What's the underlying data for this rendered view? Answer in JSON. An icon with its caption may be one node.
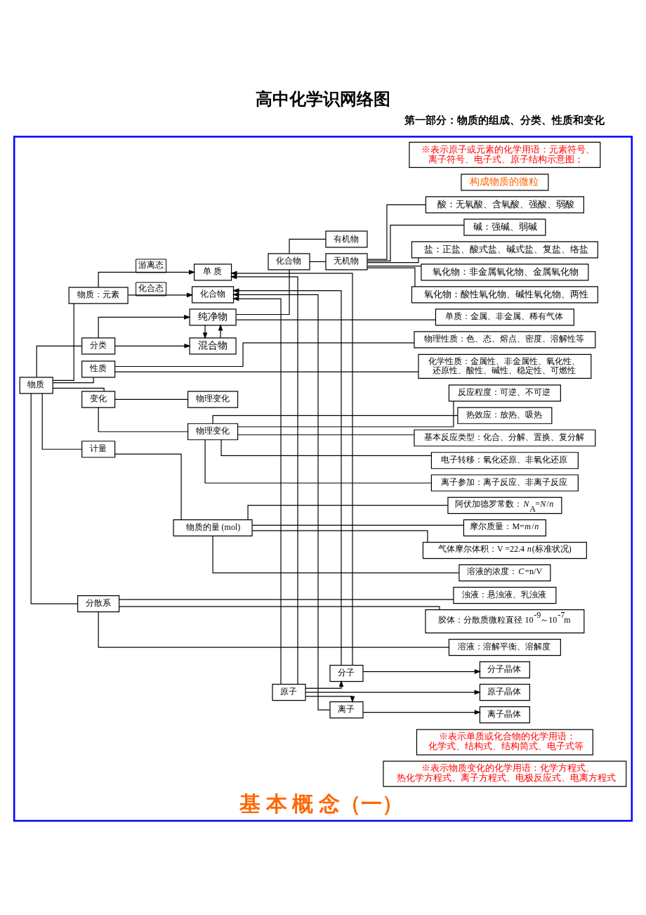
{
  "diagram": {
    "title": "高中化学识网络图",
    "nodes": [
      {
        "text": [
          "基 本 概 念（一）"
        ]
      },
      {
        "text": [
          "物质"
        ],
        "in": 0
      },
      {
        "text": [
          "物质：元素"
        ],
        "in": 0
      },
      {
        "text": [
          "单 质"
        ],
        "in": 0
      },
      {
        "text": [
          "化合物"
        ],
        "in": 0
      },
      {
        "text": [
          "分子"
        ],
        "in": 0
      },
      {
        "text": [
          "原子"
        ],
        "in": 0
      },
      {
        "text": [
          "离子"
        ],
        "in": 0
      },
      {
        "text": [
          "分子晶体"
        ],
        "in": 0
      },
      {
        "text": [
          "原子晶体"
        ],
        "in": 0
      },
      {
        "text": [
          "离子晶体"
        ],
        "in": 0
      },
      {
        "text": [
          "※表示原子或元素的化学用语：元素符号、离子符号、电子式、原子结构示意图；"
        ],
        "in": 0
      },
      {
        "text": [
          "构成物质的微粒"
        ],
        "in": 0
      },
      {
        "text": [
          "分类"
        ],
        "in": 0
      },
      {
        "text": [
          "纯净物"
        ],
        "in": 0
      },
      {
        "text": [
          "混合物"
        ],
        "in": 0
      },
      {
        "text": [
          "单质：金属、非金属、稀有气体"
        ],
        "in": 0
      },
      {
        "text": [
          "化合物"
        ],
        "in": 0
      },
      {
        "text": [
          "无机物"
        ],
        "in": 0
      },
      {
        "text": [
          "有机物"
        ],
        "in": 0
      },
      {
        "text": [
          "氧化物：非金属氧化物、金属氧化物"
        ],
        "in": 0
      },
      {
        "text": [
          "氧化物：酸性氧化物、碱性氧化物、两性"
        ],
        "in": 0
      },
      {
        "text": [
          "酸：无氧酸、含氧酸、强酸、弱酸"
        ],
        "in": 0
      },
      {
        "text": [
          "碱：强碱、弱碱"
        ],
        "in": 0
      },
      {
        "text": [
          "盐：正盐、酸式盐、碱式盐、复盐、络盐"
        ],
        "in": 0
      },
      {
        "text": [
          "※表示单质或化合物的化学用语：化学式、结构式、结构简式、电子式等"
        ],
        "in": 0
      },
      {
        "text": [
          "性质"
        ],
        "in": 0
      },
      {
        "text": [
          "物理性质：色、态、熔点、密度、溶解性等"
        ],
        "in": 0
      },
      {
        "text": [
          "化学性质：金属性、非金属性、氧化性、还原性、酸性、碱性、稳定性、可燃性"
        ],
        "in": 0
      },
      {
        "text": [
          "变化"
        ],
        "in": 0
      },
      {
        "text": [
          "物理变化"
        ],
        "in": 0
      },
      {
        "text": [
          "物理变化"
        ],
        "in": 0
      },
      {
        "text": [
          "基本反应类型：化合、分解、置换、复分解"
        ],
        "in": 0
      },
      {
        "text": [
          "电子转移：氧化还原、非氧化还原"
        ],
        "in": 0
      },
      {
        "text": [
          "离子参加：离子反应、非离子反应"
        ],
        "in": 0
      },
      {
        "text": [
          "反应程度：可逆、不可逆"
        ],
        "in": 0
      },
      {
        "text": [
          "热效应：放热、吸热"
        ],
        "in": 0
      },
      {
        "text": [
          "※表示物质变化的化学用语：化学方程式、热化学方程式、离子方程式、电极反应式、电离方程式"
        ],
        "in": 0
      },
      {
        "text": [
          "计量"
        ],
        "in": 0
      },
      {
        "text": [
          "物质的量 (mol)"
        ],
        "in": 0
      },
      {
        "text": [
          "阿伏加德罗常数：*N*$_{A}$=*N*/*n*"
        ],
        "in": 0
      },
      {
        "text": [
          "摩尔质量：M=*m*/*n*"
        ],
        "in": 0
      },
      {
        "text": [
          "气体摩尔体积：V =22.4 *n*(标准状况)"
        ],
        "in": 0
      },
      {
        "text": [
          "溶液的浓度：*C*=n/V"
        ],
        "in": 0
      },
      {
        "text": [
          "分散系"
        ],
        "in": 0
      },
      {
        "text": [
          "浊液：悬浊液、乳浊液"
        ],
        "in": 0
      },
      {
        "text": [
          "胶体：分散质微粒直径 10$^{-9}$～10$^{-7}$m"
        ],
        "in": 0
      },
      {
        "text": [
          "溶液：溶解平衡、溶解度"
        ],
        "in": 0
      }
    ],
    "edges": [
      {
        "from": 44,
        "to": 47,
        "arrow": "none"
      },
      {
        "from": 44,
        "to": 46,
        "arrow": "none"
      },
      {
        "from": 44,
        "to": 45,
        "arrow": "none"
      },
      {
        "from": 39,
        "to": 43,
        "arrow": "none"
      },
      {
        "from": 39,
        "to": 42,
        "arrow": "none"
      },
      {
        "from": 39,
        "to": 41,
        "arrow": "none"
      },
      {
        "from": 39,
        "to": 40,
        "arrow": "none"
      },
      {
        "from": 38,
        "to": 39,
        "arrow": "none"
      },
      {
        "from": 31,
        "to": 36,
        "arrow": "none"
      },
      {
        "from": 31,
        "to": 35,
        "arrow": "none"
      },
      {
        "from": 31,
        "to": 34,
        "arrow": "none"
      },
      {
        "from": 31,
        "to": 33,
        "arrow": "none"
      },
      {
        "from": 31,
        "to": 32,
        "arrow": "none"
      },
      {
        "from": 29,
        "to": 31,
        "arrow": "none"
      },
      {
        "from": 29,
        "to": 30,
        "arrow": "none"
      },
      {
        "from": 26,
        "to": 28,
        "arrow": "none"
      },
      {
        "from": 26,
        "to": 27,
        "arrow": "none"
      },
      {
        "from": 18,
        "to": 24,
        "arrow": "none"
      },
      {
        "from": 18,
        "to": 23,
        "arrow": "none"
      },
      {
        "from": 18,
        "to": 22,
        "arrow": "none"
      },
      {
        "from": 18,
        "to": 21,
        "arrow": "none"
      },
      {
        "from": 18,
        "to": 20,
        "arrow": "none"
      },
      {
        "from": 17,
        "to": 19,
        "arrow": "none"
      },
      {
        "from": 17,
        "to": 18,
        "arrow": "none"
      },
      {
        "from": 14,
        "to": 17,
        "arrow": "none"
      },
      {
        "from": 14,
        "to": 16,
        "arrow": "none"
      },
      {
        "from": 15,
        "to": 14,
        "arrow": "to"
      },
      {
        "from": 14,
        "to": 15,
        "arrow": "to"
      },
      {
        "from": 13,
        "to": 15,
        "arrow": "to"
      },
      {
        "from": 13,
        "to": 14,
        "arrow": "to"
      },
      {
        "from": 7,
        "to": 10,
        "arrow": "to"
      },
      {
        "from": 6,
        "to": 9,
        "arrow": "to"
      },
      {
        "from": 5,
        "to": 8,
        "arrow": "to"
      },
      {
        "from": 6,
        "to": 5,
        "arrow": "to"
      },
      {
        "from": 6,
        "to": 7,
        "arrow": "to"
      },
      {
        "from": 7,
        "to": 4,
        "arrow": "to"
      },
      {
        "from": 6,
        "to": 4,
        "arrow": "to"
      },
      {
        "from": 6,
        "to": 3,
        "arrow": "to"
      },
      {
        "from": 5,
        "to": 4,
        "arrow": "to"
      },
      {
        "from": 5,
        "to": 3,
        "arrow": "to"
      },
      {
        "from": 2,
        "to": 4,
        "arrow": "to",
        "label": "化合态"
      },
      {
        "from": 2,
        "to": 3,
        "arrow": "to",
        "label": "游离态"
      },
      {
        "from": 1,
        "to": 44,
        "arrow": "none"
      },
      {
        "from": 1,
        "to": 38,
        "arrow": "none"
      },
      {
        "from": 1,
        "to": 29,
        "arrow": "none"
      },
      {
        "from": 1,
        "to": 26,
        "arrow": "none"
      },
      {
        "from": 1,
        "to": 13,
        "arrow": "none"
      },
      {
        "from": 1,
        "to": 2,
        "arrow": "none"
      }
    ],
    "labels": [
      "第一部分：物质的组成、分类、性质和变化"
    ]
  }
}
